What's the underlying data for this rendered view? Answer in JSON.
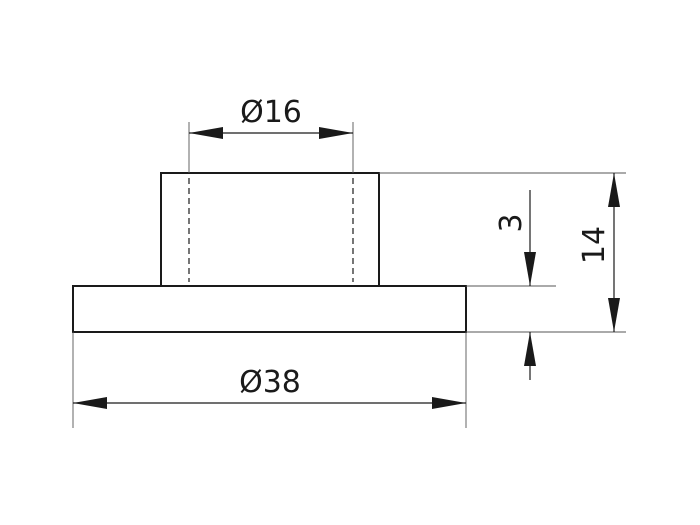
{
  "diagram": {
    "dimensions": {
      "inner_diameter": "Ø16",
      "outer_diameter": "Ø38",
      "flange_thickness": "3",
      "total_height": "14"
    },
    "colors": {
      "line": "#1a1a1a",
      "extension": "#555555",
      "background": "#ffffff"
    }
  }
}
